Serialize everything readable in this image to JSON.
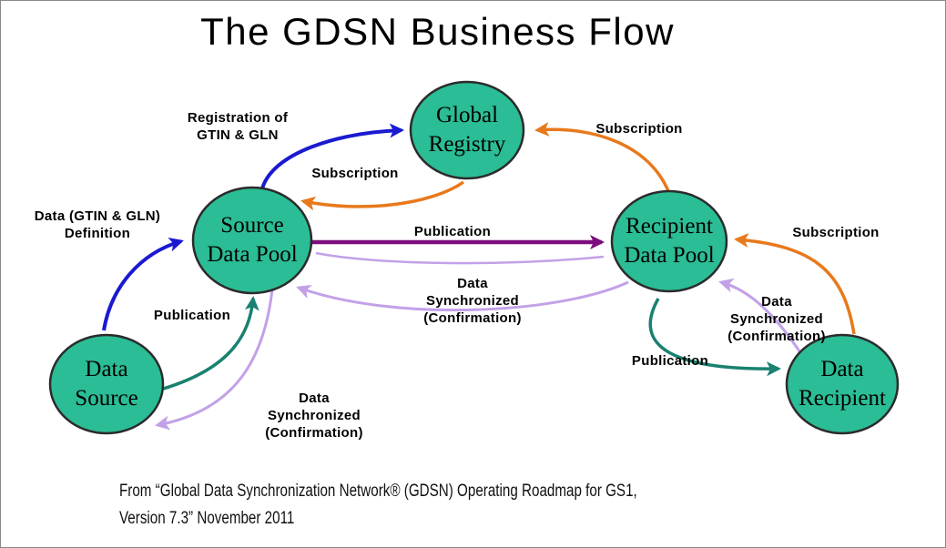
{
  "title": "The GDSN Business Flow",
  "colors": {
    "node_fill": "#2bbd95",
    "node_stroke": "#2b2b2b",
    "blue": "#1a1ad1",
    "orange": "#e8791c",
    "purple": "#7d0d7d",
    "teal": "#19816f",
    "light_purple": "#c2a1e8"
  },
  "nodes": {
    "global_registry": {
      "label": "Global\nRegistry"
    },
    "source_data_pool": {
      "label": "Source\nData Pool"
    },
    "recipient_data_pool": {
      "label": "Recipient\nData Pool"
    },
    "data_source": {
      "label": "Data\nSource"
    },
    "data_recipient": {
      "label": "Data\nRecipient"
    }
  },
  "edge_labels": {
    "registration": "Registration of\nGTIN & GLN",
    "subscription_gr_sdp": "Subscription",
    "subscription_rdp_gr": "Subscription",
    "subscription_dr_rdp": "Subscription",
    "data_definition": "Data (GTIN & GLN)\nDefinition",
    "publication_ds_sdp": "Publication",
    "publication_sdp_rdp": "Publication",
    "publication_rdp_dr": "Publication",
    "sync_center": "Data\nSynchronized\n(Confirmation)",
    "sync_left": "Data\nSynchronized\n(Confirmation)",
    "sync_right": "Data\nSynchronized\n(Confirmation)"
  },
  "footer": {
    "line1": "From “Global Data Synchronization Network® (GDSN) Operating Roadmap for GS1,",
    "line2": "Version 7.3” November 2011"
  }
}
